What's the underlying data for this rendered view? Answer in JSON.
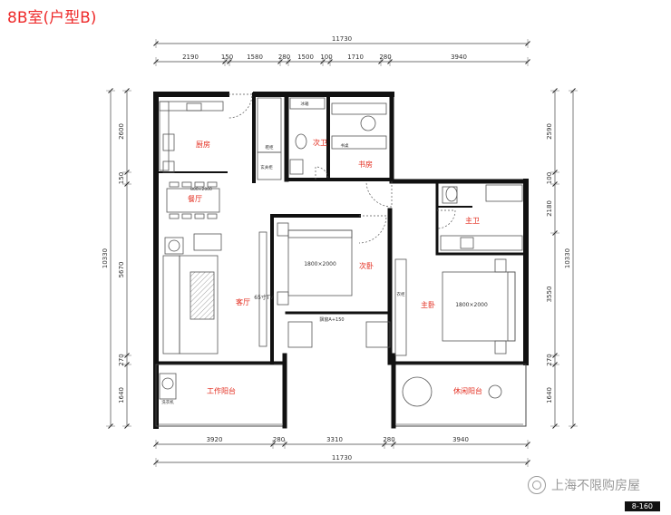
{
  "title": "8B室(户型B)",
  "dimensions": {
    "top_total": "11730",
    "top_segments": [
      "2190",
      "150",
      "1580",
      "280",
      "1500",
      "100",
      "1710",
      "280",
      "3940"
    ],
    "bottom_total": "11730",
    "bottom_segments": [
      "3920",
      "280",
      "3310",
      "280",
      "3940"
    ],
    "left_total": "10330",
    "left_segments": [
      "2600",
      "150",
      "5670",
      "270",
      "1640"
    ],
    "right_total": "10330",
    "right_segments": [
      "2590",
      "100",
      "2180",
      "3550",
      "270",
      "1640"
    ]
  },
  "rooms": {
    "kitchen": "厨房",
    "dining": "餐厅",
    "living": "客厅",
    "work_balcony": "工作阳台",
    "second_bath": "次卫",
    "study": "书房",
    "master_bath": "主卫",
    "second_bedroom": "次卧",
    "master_bedroom": "主卧",
    "leisure_balcony": "休闲阳台"
  },
  "annotations": {
    "bed_second": "1800×2000",
    "bed_master": "1800×2000",
    "tv_living": "65寸TV",
    "window_sill": "飘窗A+150",
    "dining_table": "800×2000",
    "fridge": "冰箱",
    "shoe_cabinet": "鞋柜",
    "entry_cabinet": "玄关柜",
    "laundry": "洗衣机",
    "wardrobe": "衣柜",
    "desk": "书桌"
  },
  "watermark": "上海不限购房屋",
  "page_no": "8-160",
  "colors": {
    "wall": "#111111",
    "line": "#555555",
    "room_label": "#e32b1d",
    "title": "#ee2b2b"
  }
}
